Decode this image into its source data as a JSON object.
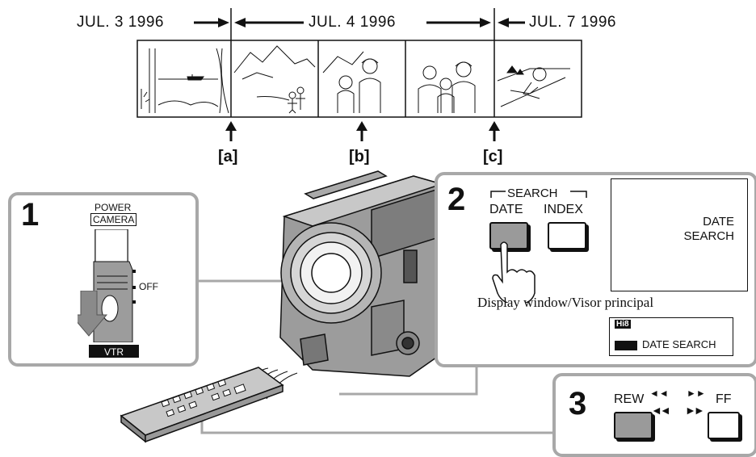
{
  "timeline": {
    "dates": [
      "JUL. 3  1996",
      "JUL. 4  1996",
      "JUL. 7  1996"
    ],
    "markers": [
      "[a]",
      "[b]",
      "[c]"
    ]
  },
  "step1": {
    "number": "1",
    "power_label": "POWER",
    "camera_label": "CAMERA",
    "off_label": "OFF",
    "vtr_label": "VTR"
  },
  "step2": {
    "number": "2",
    "search_label": "SEARCH",
    "date_label": "DATE",
    "index_label": "INDEX",
    "screen_line1": "DATE",
    "screen_line2": "SEARCH",
    "display_caption": "Display window/Visor principal",
    "lcd_tape_icon": "Hi8",
    "lcd_text": "DATE SEARCH"
  },
  "step3": {
    "number": "3",
    "rew_label": "REW",
    "ff_label": "FF"
  },
  "colors": {
    "panel_border": "#a8a8a8",
    "pressed_button": "#9a9a9a",
    "camera_body": "#9c9c9c"
  }
}
